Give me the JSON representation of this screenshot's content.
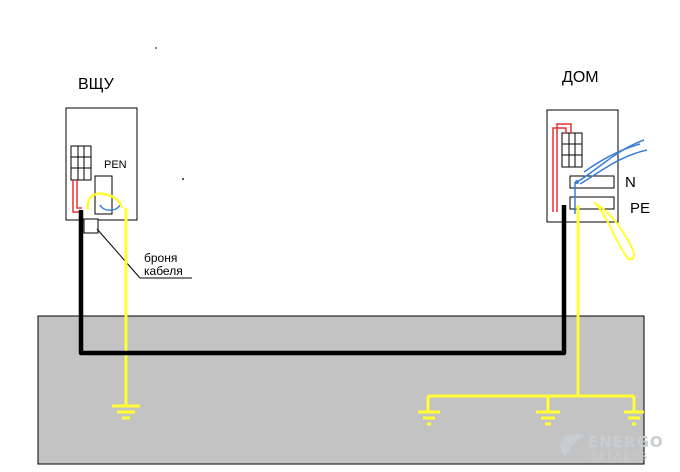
{
  "labels": {
    "left_panel": "ВЩУ",
    "right_panel": "ДОМ",
    "pen": "PEN",
    "n": "N",
    "pe": "PE",
    "armor_line1": "броня",
    "armor_line2": "кабеля"
  },
  "logo": {
    "main": "ENERGO",
    "sub": "BELARUS"
  },
  "colors": {
    "ground_fill": "#c3c3c3",
    "cable": "#000000",
    "pe_wire": "#ffff33",
    "phase_wire": "#e53030",
    "neutral_wire": "#3a7fd5",
    "outline": "#000000"
  }
}
